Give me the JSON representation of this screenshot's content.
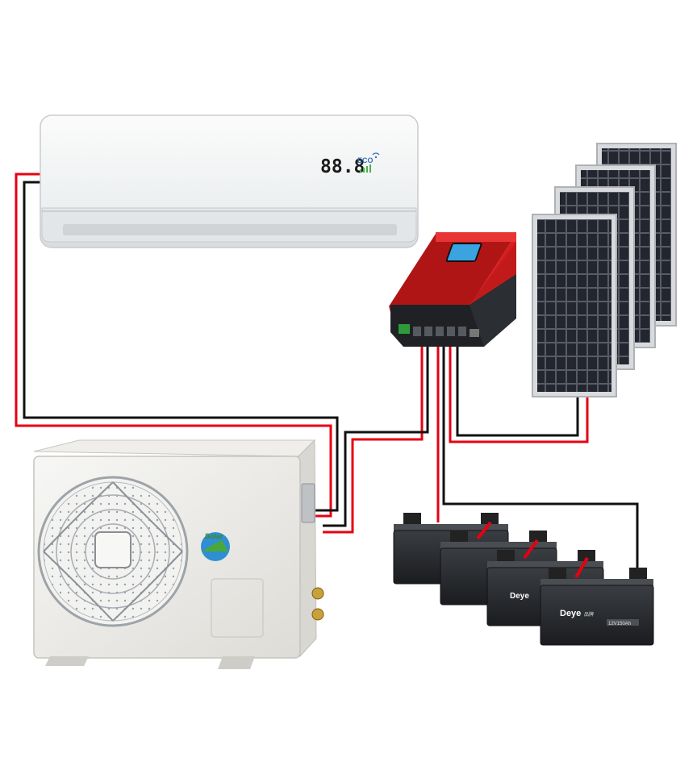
{
  "indoor_unit": {
    "display_digits": "88.8",
    "eco_label": "ECO"
  },
  "outdoor_unit": {
    "logo_text": "Solar"
  },
  "batteries": {
    "brand": "Deye",
    "brand_suffix": "品牌",
    "model_text": "12V150Ah"
  },
  "colors": {
    "positive_wire": "#e60012",
    "negative_wire": "#111111",
    "controller_body": "#d91d1d",
    "lcd_screen": "#3aa3e0",
    "panel_cells": "#1b1d24"
  }
}
